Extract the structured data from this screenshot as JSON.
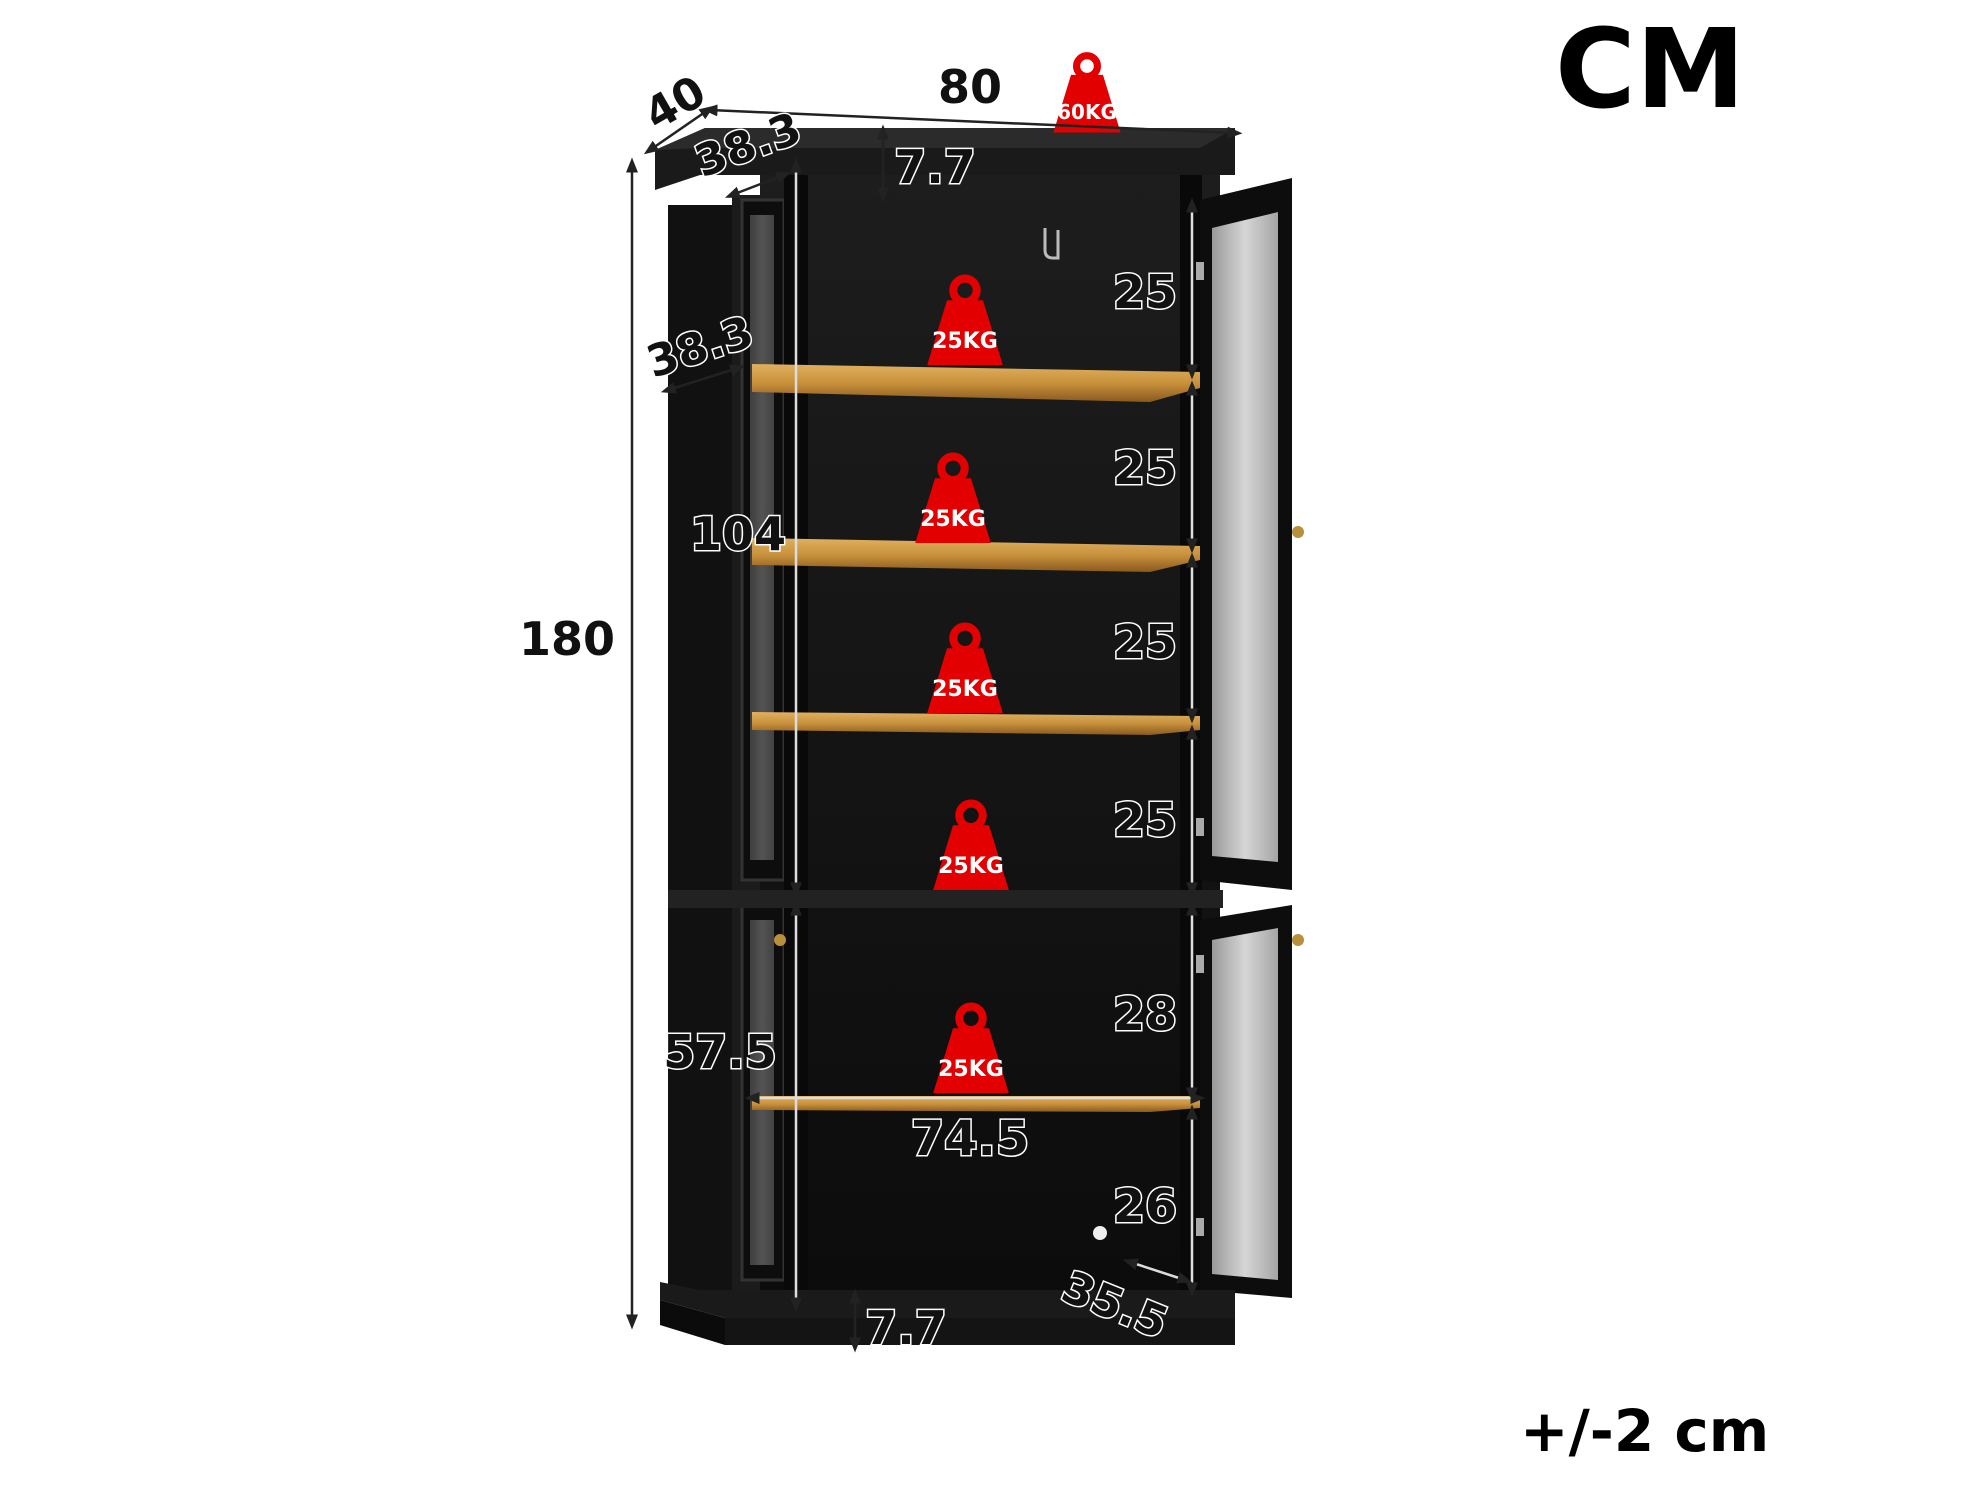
{
  "unit_label": "CM",
  "tolerance_label": "+/-2 cm",
  "dimensions": {
    "overall_depth": "40",
    "overall_width": "80",
    "overall_height": "180",
    "top_inner_depth": "38.3",
    "shelf_depth": "38.3",
    "top_gap": "7.7",
    "bottom_gap": "7.7",
    "upper_cabinet_height": "104",
    "lower_cabinet_height": "57.5",
    "inner_width": "74.5",
    "upper_shelf_spacings": [
      "25",
      "25",
      "25",
      "25"
    ],
    "lower_shelf_spacing_top": "28",
    "lower_shelf_spacing_bottom": "26",
    "lower_inner_depth": "35.5"
  },
  "load_capacities": {
    "top": "60KG",
    "shelves": [
      "25KG",
      "25KG",
      "25KG",
      "25KG",
      "25KG"
    ]
  },
  "colors": {
    "cabinet": "#141414",
    "shelf_wood": "#c8913c",
    "weight_badge": "#e30000",
    "dimension_line": "#222222"
  }
}
